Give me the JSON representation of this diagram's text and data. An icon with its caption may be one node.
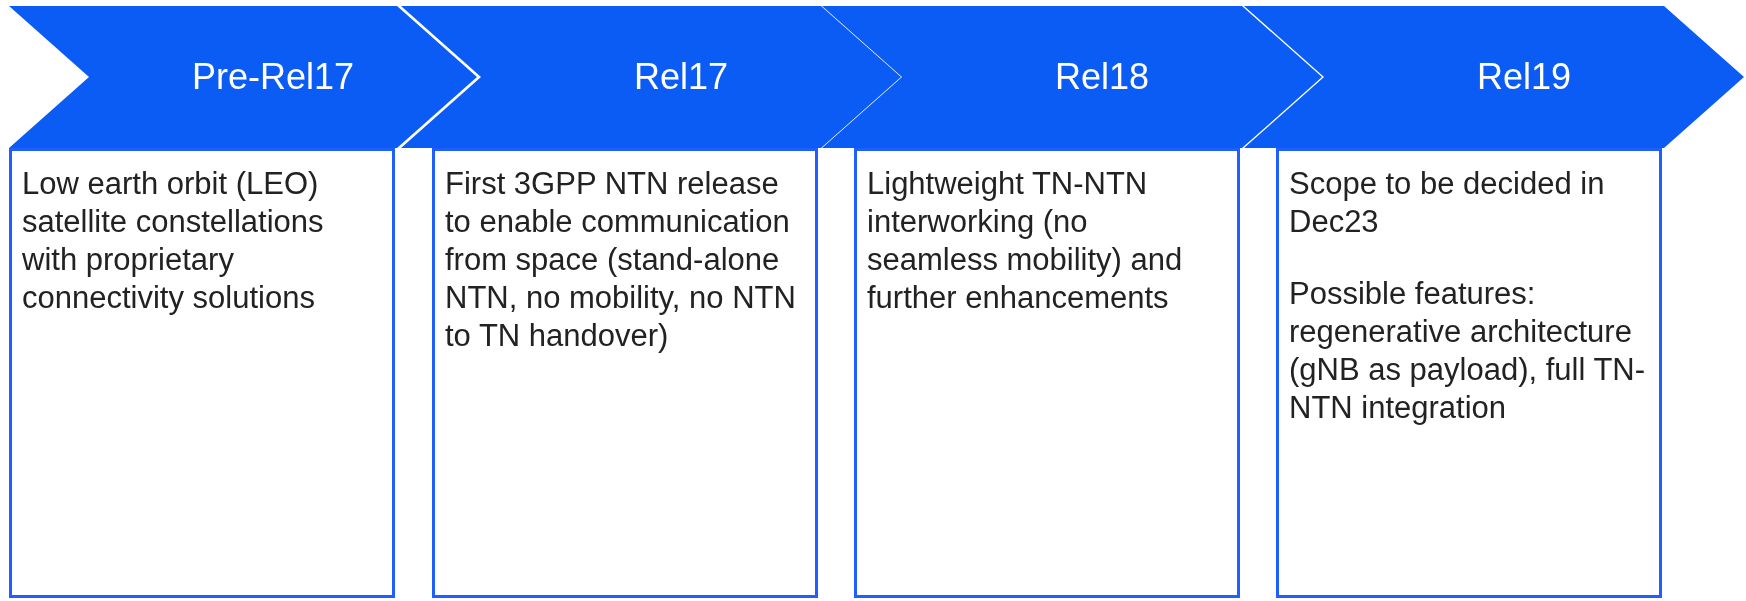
{
  "diagram": {
    "nodes": [
      {
        "text": [
          "Pre-Rel17"
        ]
      },
      {
        "text": [
          "Low earth orbit (LEO) satellite constellations with proprietary connectivity solutions"
        ]
      },
      {
        "text": [
          "Rel17"
        ]
      },
      {
        "text": [
          "First 3GPP NTN release to enable communication from space (stand-alone NTN, no mobility, no NTN to TN handover)"
        ]
      },
      {
        "text": [
          "Rel18"
        ]
      },
      {
        "text": [
          "Lightweight TN-NTN interworking (no seamless mobility) and further enhancements"
        ]
      },
      {
        "text": [
          "Rel19"
        ]
      },
      {
        "text": [
          "Scope to be decided in Dec23",
          "Possible features: regenerative architecture (gNB as payload), full TN-NTN integration"
        ]
      }
    ]
  }
}
